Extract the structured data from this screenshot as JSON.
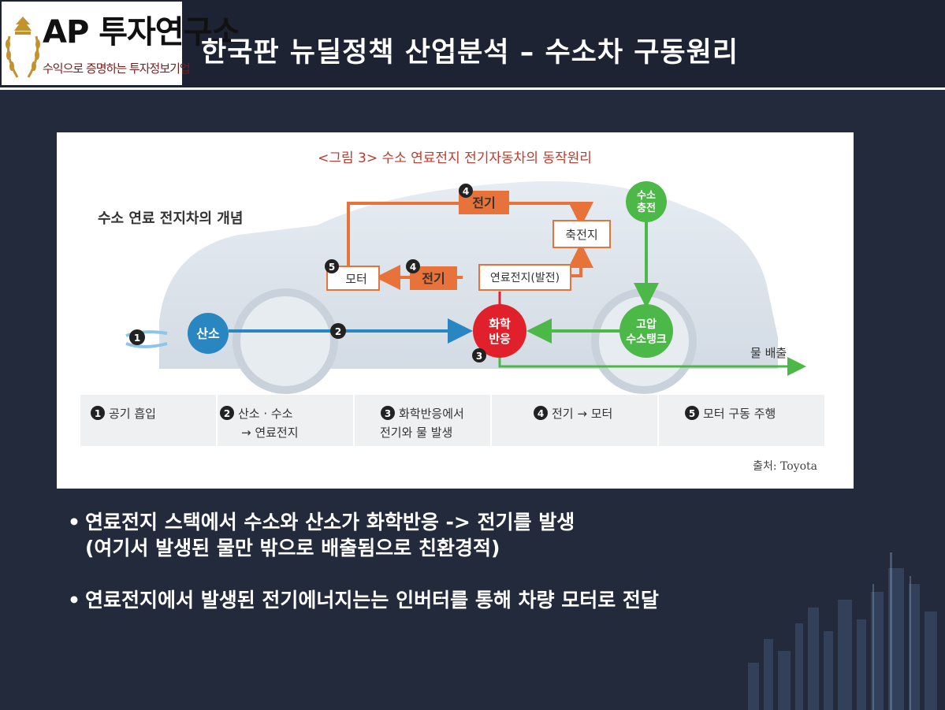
{
  "header": {
    "logo_main": "AP 투자연구소",
    "logo_sub": "수익으로 증명하는 투자정보기업",
    "title": "한국판 뉴딜정책 산업분석 – 수소차 구동원리"
  },
  "figure": {
    "caption": "<그림 3> 수소 연료전지 전기자동차의 동작원리",
    "concept_label": "수소 연료 전지차의 개념",
    "nodes": {
      "electricity_top": "전기",
      "battery": "축전지",
      "h2_charge_line1": "수소",
      "h2_charge_line2": "충전",
      "motor": "모터",
      "electricity_mid": "전기",
      "fuel_cell": "연료전지(발전)",
      "oxygen": "산소",
      "reaction_line1": "화학",
      "reaction_line2": "반응",
      "tank_line1": "고압",
      "tank_line2": "수소탱크",
      "water_out": "물 배출"
    },
    "markers": {
      "m1": "1",
      "m2": "2",
      "m3": "3",
      "m4a": "4",
      "m4b": "4",
      "m5": "5"
    },
    "steps": [
      {
        "num": "1",
        "line1": "공기 흡입",
        "line2": ""
      },
      {
        "num": "2",
        "line1": "산소 · 수소",
        "line2": "→ 연료전지"
      },
      {
        "num": "3",
        "line1": "화학반응에서",
        "line2": "전기와 물 발생"
      },
      {
        "num": "4",
        "line1": "전기 → 모터",
        "line2": ""
      },
      {
        "num": "5",
        "line1": "모터 구동 주행",
        "line2": ""
      }
    ],
    "source": "출처: Toyota",
    "colors": {
      "orange": "#e8733a",
      "green": "#4cb848",
      "blue": "#2a86c0",
      "red": "#e0202a"
    }
  },
  "bullets": [
    {
      "line1": "연료전지 스택에서 수소와 산소가 화학반응 -> 전기를 발생",
      "line2": "(여기서 발생된 물만 밖으로 배출됨으로 친환경적)"
    },
    {
      "line1": "연료전지에서 발생된 전기에너지는는 인버터를 통해 차량 모터로 전달",
      "line2": ""
    }
  ]
}
